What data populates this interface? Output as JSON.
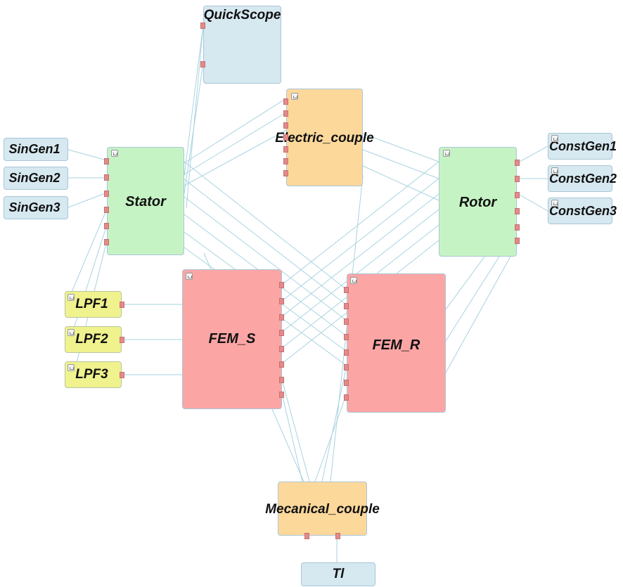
{
  "blocks": {
    "quickscope": "QuickScope",
    "electric_couple": "Electric_couple",
    "stator": "Stator",
    "rotor": "Rotor",
    "singen1": "SinGen1",
    "singen2": "SinGen2",
    "singen3": "SinGen3",
    "constgen1": "ConstGen1",
    "constgen2": "ConstGen2",
    "constgen3": "ConstGen3",
    "lpf1": "LPF1",
    "lpf2": "LPF2",
    "lpf3": "LPF3",
    "fem_s": "FEM_S",
    "fem_r": "FEM_R",
    "mecanical_couple": "Mecanical_couple",
    "tl": "Tl"
  },
  "colors": {
    "source_block": "#d6e8f0",
    "stator_rotor": "#c6f3c4",
    "couple_block": "#fdd89b",
    "fem_block": "#fba5a5",
    "filter_block": "#eff28d",
    "port": "#e48a8a",
    "wire": "#a9d3e0"
  }
}
